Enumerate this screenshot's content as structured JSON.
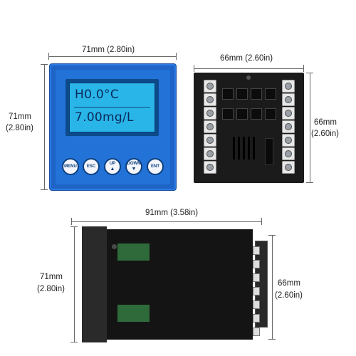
{
  "front_view": {
    "width_label": "71mm  (2.80in)",
    "height_label_mm": "71mm",
    "height_label_in": "(2.80in)",
    "display": {
      "line1": "H0.0°C",
      "line2": "7.00mg/L"
    },
    "buttons": [
      {
        "label": "MENU",
        "arrow": ""
      },
      {
        "label": "ESC",
        "arrow": ""
      },
      {
        "label": "UP",
        "arrow": "▲"
      },
      {
        "label": "DOWN",
        "arrow": "▼"
      },
      {
        "label": "ENT",
        "arrow": ""
      }
    ],
    "colors": {
      "panel": "#1e63c6",
      "lcd": "#29b5e8",
      "lcd_text": "#0a2a5a"
    }
  },
  "back_view": {
    "width_label": "66mm  (2.60in)",
    "height_label_mm": "66mm",
    "height_label_in": "(2.60in)"
  },
  "side_view": {
    "depth_label": "91mm  (3.58in)",
    "front_height_label_mm": "71mm",
    "front_height_label_in": "(2.80in)",
    "back_height_label_mm": "66mm",
    "back_height_label_in": "(2.60in)"
  }
}
